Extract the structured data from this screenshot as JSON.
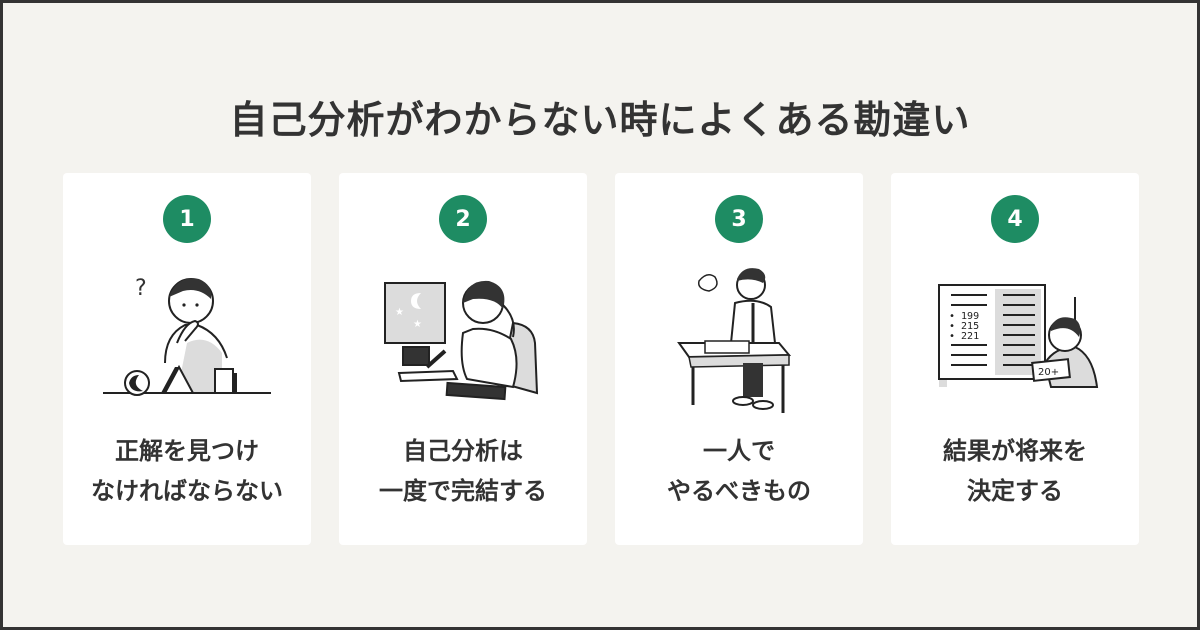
{
  "title": "自己分析がわからない時によくある勘違い",
  "colors": {
    "background": "#f4f3ef",
    "frame_border": "#333333",
    "card": "#ffffff",
    "accent": "#1e8c63",
    "text": "#333333",
    "illustration_gray": "#dcdcdc"
  },
  "cards": [
    {
      "number": "1",
      "line1": "正解を見つけ",
      "line2": "なければならない",
      "icon": "thinking-person-shapes-icon"
    },
    {
      "number": "2",
      "line1": "自己分析は",
      "line2": "一度で完結する",
      "icon": "person-writing-at-night-icon"
    },
    {
      "number": "3",
      "line1": "一人で",
      "line2": "やるべきもの",
      "icon": "student-at-desk-icon"
    },
    {
      "number": "4",
      "line1": "結果が将来を",
      "line2": "決定する",
      "icon": "exam-results-board-icon"
    }
  ]
}
